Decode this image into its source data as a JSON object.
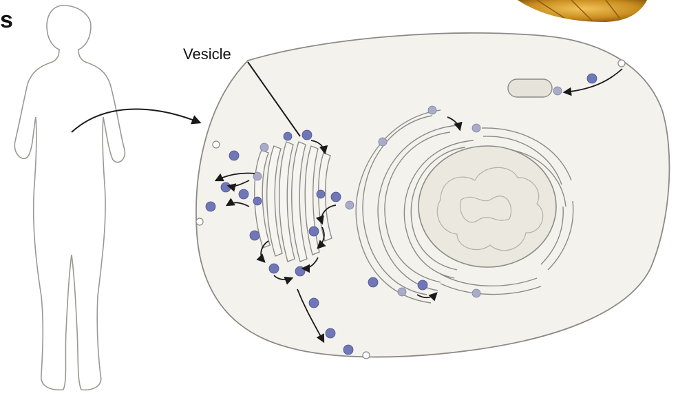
{
  "labels": {
    "vesicle": "Vesicle",
    "edge_letter": "s"
  },
  "colors": {
    "cell_fill": "#f3f2ed",
    "outline": "#8c8a86",
    "vesicle_blue": "#6f77b6",
    "vesicle_light": "#a9abc7",
    "nucleus_fill": "#ebe8e0",
    "arrow": "#1a1a1a",
    "corner_gold": "#c98d1e"
  },
  "icons": [
    "human-silhouette",
    "cell-diagram",
    "golgi-apparatus",
    "endoplasmic-reticulum",
    "nucleus",
    "vesicle-dot",
    "curved-arrow"
  ]
}
